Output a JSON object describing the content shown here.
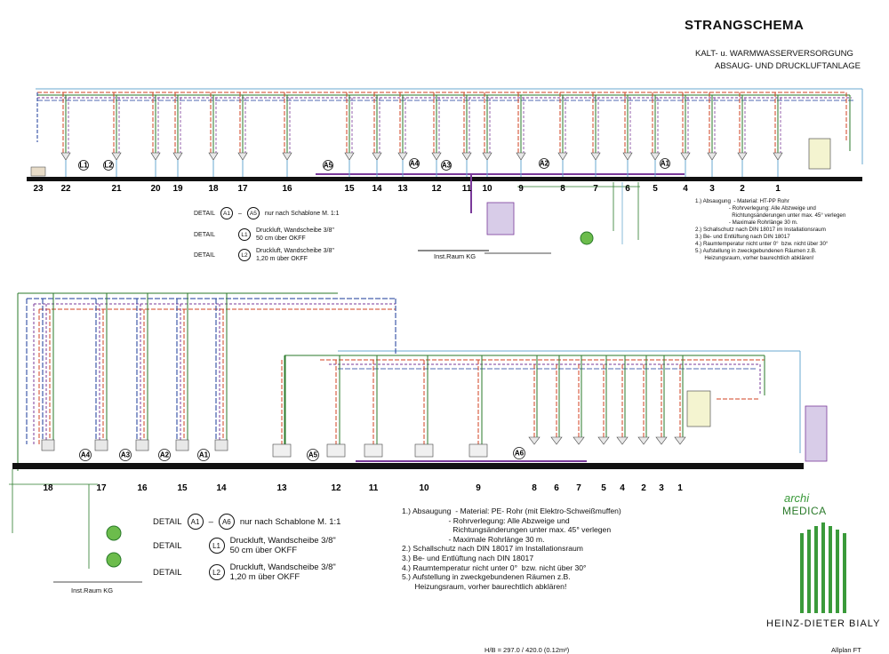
{
  "header": {
    "title": "STRANGSCHEMA",
    "subtitle_1": "KALT- u. WARMWASSERVERSORGUNG",
    "subtitle_2": "ABSAUG- UND DRUCKLUFTANLAGE"
  },
  "top_plan": {
    "riser_numbers": [
      "23",
      "22",
      "21",
      "20",
      "19",
      "18",
      "17",
      "16",
      "15",
      "14",
      "13",
      "12",
      "11",
      "10",
      "9",
      "8",
      "7",
      "6",
      "5",
      "4",
      "3",
      "2",
      "1"
    ],
    "callouts": [
      "L1",
      "L2",
      "A5",
      "A4",
      "A3",
      "A2",
      "A1"
    ],
    "detail_a": {
      "start": "A1",
      "end": "A5",
      "text": "nur nach Schablone M. 1:1"
    },
    "detail_l1": {
      "badge": "L1",
      "line1": "Druckluft, Wandscheibe 3/8\"",
      "line2": "50 cm über OKFF"
    },
    "detail_l2": {
      "badge": "L2",
      "line1": "Druckluft, Wandscheibe 3/8\"",
      "line2": "1,20 m über OKFF"
    },
    "detail_word": "DETAIL",
    "room": "Inst.Raum KG",
    "notes": [
      "1.) Absaugung  - Material: HT-PP Rohr",
      "                      - Rohrverlegung: Alle Abzweige und",
      "                        Richtungsänderungen unter max. 45° verlegen",
      "                      - Maximale Rohrlänge 30 m.",
      "2.) Schallschutz nach DIN 18017 im Installationsraum",
      "3.) Be- und Entlüftung nach DIN 18017",
      "4.) Raumtemperatur nicht unter 0°  bzw. nicht über 30°",
      "5.) Aufstellung in zweckgebundenen Räumen z.B.",
      "      Heizungsraum, vorher baurechtlich abklären!"
    ]
  },
  "bottom_plan": {
    "riser_numbers": [
      "18",
      "17",
      "16",
      "15",
      "14",
      "13",
      "12",
      "11",
      "10",
      "9",
      "8",
      "6",
      "7",
      "5",
      "4",
      "2",
      "3",
      "1"
    ],
    "callouts": [
      "A4",
      "A3",
      "A2",
      "A1",
      "A5",
      "A6"
    ],
    "detail_a": {
      "start": "A1",
      "end": "A6",
      "text": "nur nach Schablone M. 1:1"
    },
    "detail_l1": {
      "badge": "L1",
      "line1": "Druckluft, Wandscheibe 3/8\"",
      "line2": "50 cm über OKFF"
    },
    "detail_l2": {
      "badge": "L2",
      "line1": "Druckluft, Wandscheibe 3/8\"",
      "line2": "1,20 m über OKFF"
    },
    "detail_word": "DETAIL",
    "room": "Inst.Raum KG",
    "notes": [
      "1.) Absaugung  - Material: PE- Rohr (mit Elektro-Schweißmuffen)",
      "                      - Rohrverlegung: Alle Abzweige und",
      "                        Richtungsänderungen unter max. 45° verlegen",
      "                      - Maximale Rohrlänge 30 m.",
      "2.) Schallschutz nach DIN 18017 im Installationsraum",
      "3.) Be- und Entlüftung nach DIN 18017",
      "4.) Raumtemperatur nicht unter 0°  bzw. nicht über 30°",
      "5.) Aufstellung in zweckgebundenen Räumen z.B.",
      "      Heizungsraum, vorher baurechtlich abklären!"
    ]
  },
  "logo": {
    "archi": "archi",
    "medica": "MEDICA"
  },
  "architect": "HEINZ-DIETER  BIALY",
  "footer": {
    "size": "H/B = 297.0 / 420.0 (0.12m²)",
    "software": "Allplan FT"
  },
  "colors": {
    "cold_water": "#2a7a2a",
    "hot_water": "#d04020",
    "circulation": "#7a3a9a",
    "compressed_air": "#1a3a9a",
    "suction": "#6aaad0",
    "floor": "#111111",
    "logo_green": "#3a9a3a"
  }
}
